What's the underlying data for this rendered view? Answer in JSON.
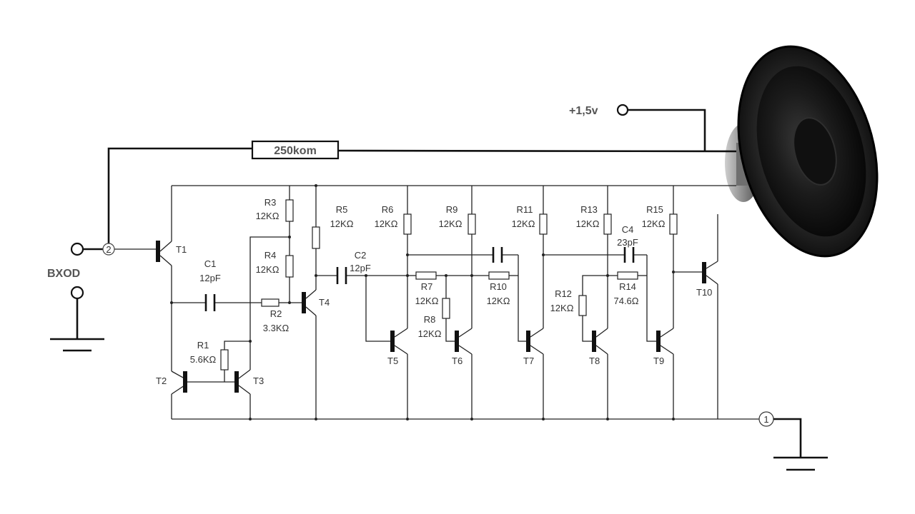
{
  "supply": {
    "label": "+1,5v"
  },
  "feedback_resistor": {
    "label": "250kom"
  },
  "input": {
    "label": "BXOD",
    "pin": "2"
  },
  "output": {
    "pin": "1"
  },
  "transistors": [
    "T1",
    "T2",
    "T3",
    "T4",
    "T5",
    "T6",
    "T7",
    "T8",
    "T9",
    "T10"
  ],
  "resistors": {
    "R1": {
      "name": "R1",
      "value": "5.6KΩ"
    },
    "R2": {
      "name": "R2",
      "value": "3.3KΩ"
    },
    "R3": {
      "name": "R3",
      "value": "12KΩ"
    },
    "R4": {
      "name": "R4",
      "value": "12KΩ"
    },
    "R5": {
      "name": "R5",
      "value": "12KΩ"
    },
    "R6": {
      "name": "R6",
      "value": "12KΩ"
    },
    "R7": {
      "name": "R7",
      "value": "12KΩ"
    },
    "R8": {
      "name": "R8",
      "value": "12KΩ"
    },
    "R9": {
      "name": "R9",
      "value": "12KΩ"
    },
    "R10": {
      "name": "R10",
      "value": "12KΩ"
    },
    "R11": {
      "name": "R11",
      "value": "12KΩ"
    },
    "R12": {
      "name": "R12",
      "value": "12KΩ"
    },
    "R13": {
      "name": "R13",
      "value": "12KΩ"
    },
    "R14": {
      "name": "R14",
      "value": "74.6Ω"
    },
    "R15": {
      "name": "R15",
      "value": "12KΩ"
    }
  },
  "capacitors": {
    "C1": {
      "name": "C1",
      "value": "12pF"
    },
    "C2": {
      "name": "C2",
      "value": "12pF"
    },
    "C4": {
      "name": "C4",
      "value": "23pF"
    }
  }
}
